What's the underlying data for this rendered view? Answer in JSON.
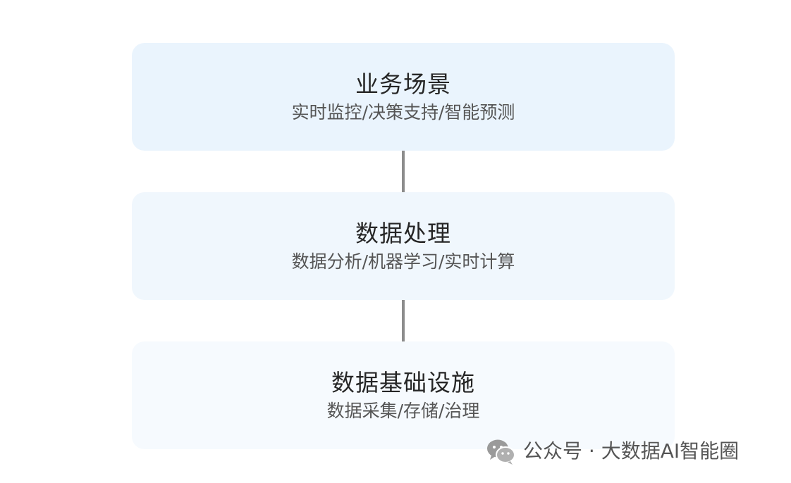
{
  "layers": [
    {
      "title": "业务场景",
      "subtitle": "实时监控/决策支持/智能预测",
      "bg_color": "#eaf4fd"
    },
    {
      "title": "数据处理",
      "subtitle": "数据分析/机器学习/实时计算",
      "bg_color": "#f0f7fd"
    },
    {
      "title": "数据基础设施",
      "subtitle": "数据采集/存储/治理",
      "bg_color": "#f6fafe"
    }
  ],
  "connector_color": "#8c8c8c",
  "watermark": {
    "icon": "wechat-icon",
    "text": "公众号 · 大数据AI智能圈"
  }
}
